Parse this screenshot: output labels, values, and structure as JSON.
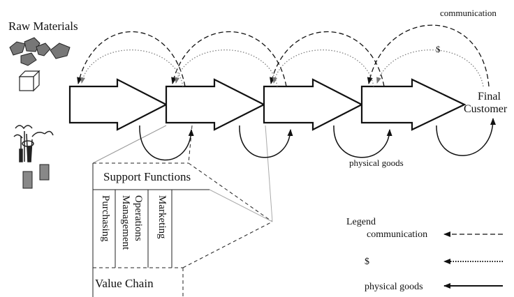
{
  "labels": {
    "raw_materials": "Raw Materials",
    "final_customer_line1": "Final",
    "final_customer_line2": "Customer",
    "communication_top": "communication",
    "dollar_top": "$",
    "physical_goods_mid": "physical goods"
  },
  "support_panel": {
    "header": "Support Functions",
    "columns": [
      "Purchasing",
      "Operations Management",
      "Marketing"
    ],
    "column_lines": [
      [
        "Purchasing"
      ],
      [
        "Operations",
        "Management"
      ],
      [
        "Marketing"
      ]
    ],
    "footer": "Value Chain"
  },
  "legend": {
    "title": "Legend",
    "items": [
      {
        "label": "communication",
        "line_style": "dashed"
      },
      {
        "label": "$",
        "line_style": "dotted"
      },
      {
        "label": "physical goods",
        "line_style": "solid"
      }
    ]
  },
  "colors": {
    "ink": "#111111",
    "rock_fill": "#777777",
    "block_fill": "#888888",
    "light_line": "#aaaaaa"
  },
  "icons": [
    "rocks-icon",
    "cube-icon",
    "tree-sculpture-icon",
    "blocks-icon"
  ]
}
